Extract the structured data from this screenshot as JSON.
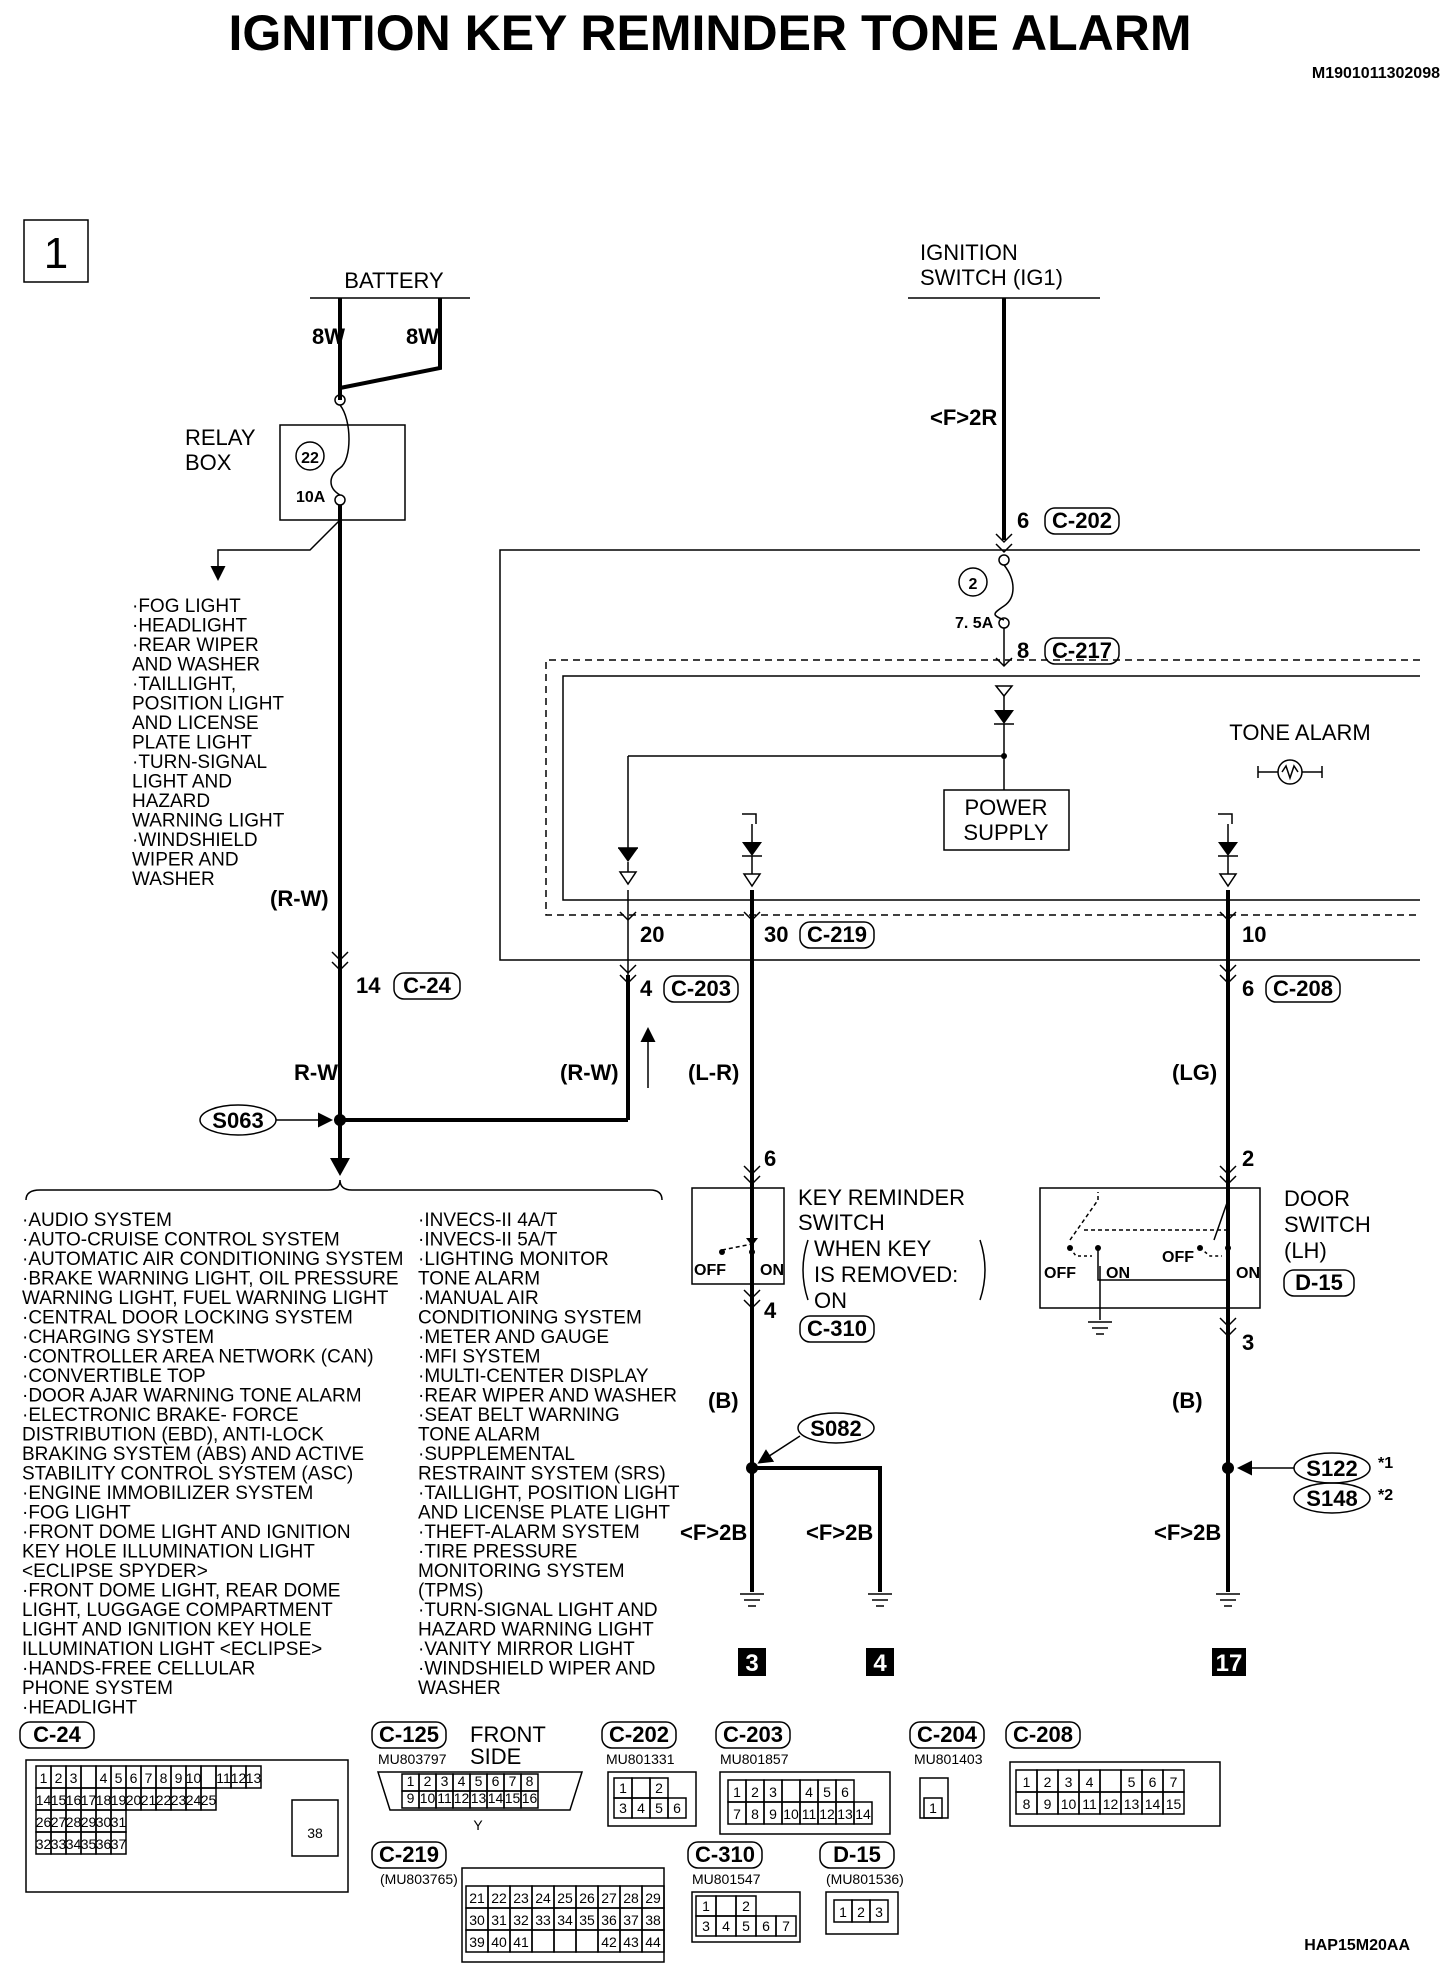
{
  "title": "IGNITION KEY REMINDER TONE ALARM",
  "doc_id": "M1901011302098",
  "footer_code": "HAP15M20AA",
  "page_number": "1",
  "battery": {
    "label": "BATTERY",
    "wire_left": "8W",
    "wire_right": "8W"
  },
  "relay_box": {
    "label_line1": "RELAY",
    "label_line2": "BOX",
    "fuse_no": "22",
    "rating": "10A"
  },
  "relay_branch_list": [
    "·FOG LIGHT",
    "·HEADLIGHT",
    "·REAR WIPER",
    " AND WASHER",
    "·TAILLIGHT,",
    " POSITION LIGHT",
    " AND LICENSE",
    " PLATE LIGHT",
    "·TURN-SIGNAL",
    " LIGHT AND",
    " HAZARD",
    " WARNING LIGHT",
    "·WINDSHIELD",
    " WIPER AND",
    " WASHER"
  ],
  "wires": {
    "rw_paren": "(R-W)",
    "rw": "R-W",
    "rw_paren2": "(R-W)",
    "lr": "(L-R)",
    "lg": "(LG)",
    "b1": "(B)",
    "b2": "(B)",
    "fr": "<F>2R",
    "f2b_1": "<F>2B",
    "f2b_2": "<F>2B",
    "f2b_3": "<F>2B"
  },
  "connectors": {
    "c24_pin": "14",
    "c24": "C-24",
    "c202_pin": "6",
    "c202": "C-202",
    "c217_pin": "8",
    "c217": "C-217",
    "c219_pin20": "20",
    "c219_pin30": "30",
    "c219": "C-219",
    "c219_pin10": "10",
    "c203_pin": "4",
    "c203": "C-203",
    "c208_pin": "6",
    "c208": "C-208",
    "c310_pin6": "6",
    "c310_pin4": "4",
    "c310": "C-310",
    "d15_pin2": "2",
    "d15_pin3": "3",
    "d15": "D-15"
  },
  "ignition": {
    "line1": "IGNITION",
    "line2": "SWITCH (IG1)"
  },
  "fuse2": {
    "no": "2",
    "rating": "7. 5A"
  },
  "tone_alarm": "TONE ALARM",
  "power_supply": {
    "line1": "POWER",
    "line2": "SUPPLY"
  },
  "splices": {
    "s063": "S063",
    "s082": "S082",
    "s122": "S122",
    "s148": "S148",
    "mark1": "*1",
    "mark2": "*2"
  },
  "key_switch": {
    "line1": "KEY REMINDER",
    "line2": "SWITCH",
    "line3": "WHEN KEY",
    "line4": "IS REMOVED:",
    "line5": "ON",
    "off": "OFF",
    "on": "ON"
  },
  "door_switch": {
    "line1": "DOOR",
    "line2": "SWITCH",
    "line3": "(LH)",
    "off": "OFF",
    "on": "ON"
  },
  "grounds": [
    "3",
    "4",
    "17"
  ],
  "s063_list_left": [
    "·AUDIO SYSTEM",
    "·AUTO-CRUISE CONTROL SYSTEM",
    "·AUTOMATIC AIR CONDITIONING SYSTEM",
    "·BRAKE WARNING LIGHT, OIL PRESSURE",
    " WARNING LIGHT, FUEL WARNING LIGHT",
    "·CENTRAL DOOR LOCKING SYSTEM",
    "·CHARGING SYSTEM",
    "·CONTROLLER AREA NETWORK (CAN)",
    "·CONVERTIBLE TOP",
    "·DOOR AJAR WARNING TONE ALARM",
    "·ELECTRONIC BRAKE- FORCE",
    " DISTRIBUTION (EBD), ANTI-LOCK",
    " BRAKING SYSTEM (ABS) AND ACTIVE",
    " STABILITY CONTROL SYSTEM (ASC)",
    "·ENGINE IMMOBILIZER SYSTEM",
    "·FOG LIGHT",
    "·FRONT DOME LIGHT AND IGNITION",
    " KEY HOLE ILLUMINATION LIGHT",
    " <ECLIPSE SPYDER>",
    "·FRONT DOME LIGHT, REAR DOME",
    " LIGHT, LUGGAGE COMPARTMENT",
    " LIGHT AND IGNITION KEY HOLE",
    " ILLUMINATION LIGHT <ECLIPSE>",
    "·HANDS-FREE CELLULAR",
    " PHONE SYSTEM",
    "·HEADLIGHT"
  ],
  "s063_list_right": [
    "·INVECS-II 4A/T",
    "·INVECS-II 5A/T",
    "·LIGHTING MONITOR",
    " TONE ALARM",
    "·MANUAL AIR",
    " CONDITIONING SYSTEM",
    "·METER AND GAUGE",
    "·MFI SYSTEM",
    "·MULTI-CENTER DISPLAY",
    "·REAR WIPER AND WASHER",
    "·SEAT BELT WARNING",
    " TONE ALARM",
    "·SUPPLEMENTAL",
    " RESTRAINT SYSTEM (SRS)",
    "·TAILLIGHT, POSITION LIGHT",
    " AND LICENSE PLATE LIGHT",
    "·THEFT-ALARM SYSTEM",
    "·TIRE PRESSURE",
    " MONITORING SYSTEM",
    " (TPMS)",
    "·TURN-SIGNAL LIGHT AND",
    " HAZARD WARNING LIGHT",
    "·VANITY MIRROR LIGHT",
    "·WINDSHIELD WIPER AND",
    " WASHER"
  ],
  "legend": {
    "c24": {
      "name": "C-24",
      "rows": [
        [
          "1",
          "2",
          "3",
          "",
          "4",
          "5",
          "6",
          "7",
          "8",
          "9",
          "10",
          "",
          "11",
          "12",
          "13"
        ],
        [
          "14",
          "15",
          "16",
          "17",
          "18",
          "19",
          "20",
          "21",
          "22",
          "23",
          "24",
          "25"
        ],
        [
          "26",
          "27",
          "28",
          "29",
          "30",
          "31"
        ],
        [
          "32",
          "33",
          "34",
          "35",
          "36",
          "37"
        ]
      ],
      "big": "38"
    },
    "c125": {
      "name": "C-125",
      "part": "MU803797",
      "side1": "FRONT",
      "side2": "SIDE",
      "rows": [
        [
          "1",
          "2",
          "3",
          "4",
          "5",
          "6",
          "7",
          "8"
        ],
        [
          "9",
          "10",
          "11",
          "12",
          "13",
          "14",
          "15",
          "16"
        ]
      ],
      "key": "Y"
    },
    "c202": {
      "name": "C-202",
      "part": "MU801331",
      "rows": [
        [
          "1",
          "",
          "2"
        ],
        [
          "3",
          "4",
          "5",
          "6"
        ]
      ]
    },
    "c203": {
      "name": "C-203",
      "part": "MU801857",
      "rows": [
        [
          "1",
          "2",
          "3",
          "",
          "4",
          "5",
          "6"
        ],
        [
          "7",
          "8",
          "9",
          "10",
          "11",
          "12",
          "13",
          "14"
        ]
      ]
    },
    "c204": {
      "name": "C-204",
      "part": "MU801403",
      "rows": [
        [
          "1"
        ]
      ]
    },
    "c208": {
      "name": "C-208",
      "rows": [
        [
          "1",
          "2",
          "3",
          "4",
          "",
          "5",
          "6",
          "7"
        ],
        [
          "8",
          "9",
          "10",
          "11",
          "12",
          "13",
          "14",
          "15"
        ]
      ]
    },
    "c219": {
      "name": "C-219",
      "part": "(MU803765)",
      "rows": [
        [
          "21",
          "22",
          "23",
          "24",
          "25",
          "26",
          "27",
          "28",
          "29"
        ],
        [
          "30",
          "31",
          "32",
          "33",
          "34",
          "35",
          "36",
          "37",
          "38"
        ],
        [
          "39",
          "40",
          "41",
          "",
          "",
          "",
          "42",
          "43",
          "44"
        ]
      ]
    },
    "c310": {
      "name": "C-310",
      "part": "MU801547",
      "rows": [
        [
          "1",
          "",
          "2"
        ],
        [
          "3",
          "4",
          "5",
          "6",
          "7"
        ]
      ]
    },
    "d15": {
      "name": "D-15",
      "part": "(MU801536)",
      "rows": [
        [
          "1",
          "2",
          "3"
        ]
      ]
    }
  }
}
